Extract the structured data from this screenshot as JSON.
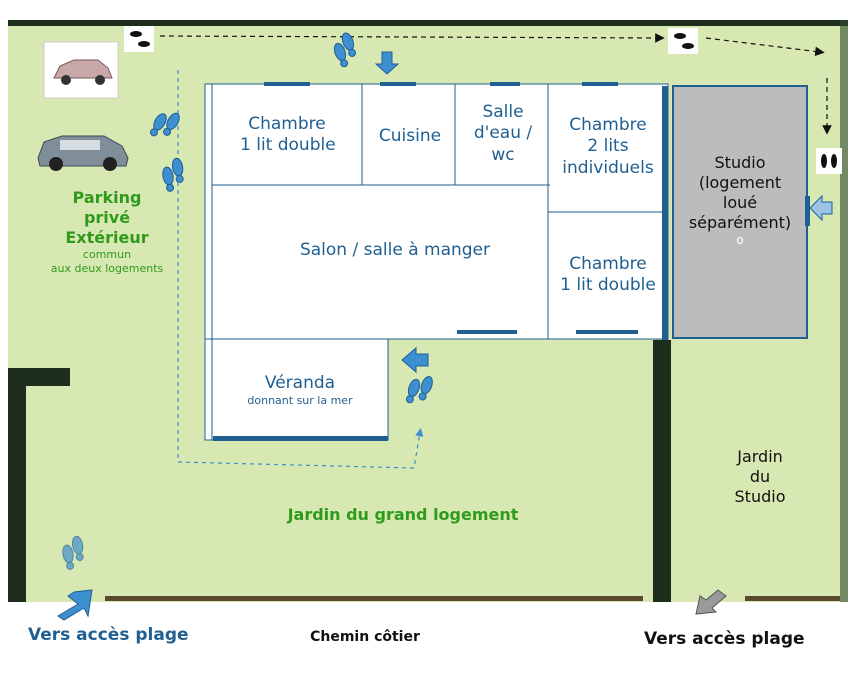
{
  "colors": {
    "grass": "#d8e8b2",
    "building": "#ffffff",
    "wall_blue": "#1f5f92",
    "studio": "#bcbcbc",
    "hedge": "#1d2e1d",
    "path": "#5b4a2b",
    "label_blue": "#1f5f92",
    "label_green": "#2f9a1c"
  },
  "rooms": {
    "chambre_a": {
      "line1": "Chambre",
      "line2": "1 lit double"
    },
    "cuisine": {
      "line1": "Cuisine"
    },
    "salle_eau": {
      "line1": "Salle",
      "line2": "d'eau /",
      "line3": "wc"
    },
    "chambre_b": {
      "line1": "Chambre",
      "line2": "2 lits",
      "line3": "individuels"
    },
    "salon": {
      "line1": "Salon / salle à manger"
    },
    "chambre_c": {
      "line1": "Chambre",
      "line2": "1 lit double"
    },
    "veranda": {
      "line1": "Véranda",
      "line2": "donnant sur la mer"
    },
    "studio": {
      "line1": "Studio",
      "line2": "(logement",
      "line3": "loué",
      "line4": "séparément)",
      "line5": "o"
    }
  },
  "outside": {
    "parking": {
      "line1": "Parking",
      "line2": "privé",
      "line3": "Extérieur",
      "line4": "commun",
      "line5": "aux deux logements"
    },
    "jardin_grand": "Jardin du grand logement",
    "jardin_studio": {
      "line1": "Jardin",
      "line2": "du",
      "line3": "Studio"
    }
  },
  "bottom": {
    "acces_left": "Vers accès plage",
    "chemin": "Chemin côtier",
    "acces_right": "Vers accès plage"
  },
  "icons": [
    "car-icon",
    "footprints-icon",
    "entrance-arrow-icon",
    "dashed-path-arrow-icon"
  ]
}
